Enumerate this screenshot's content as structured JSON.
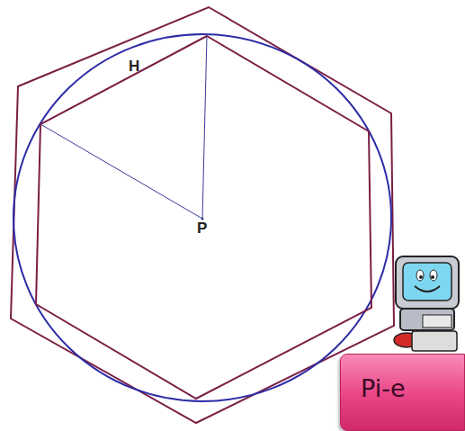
{
  "diagram": {
    "nodes": [
      {
        "text": [
          "Pi-e"
        ]
      }
    ],
    "labels": [
      "H",
      "P"
    ]
  }
}
